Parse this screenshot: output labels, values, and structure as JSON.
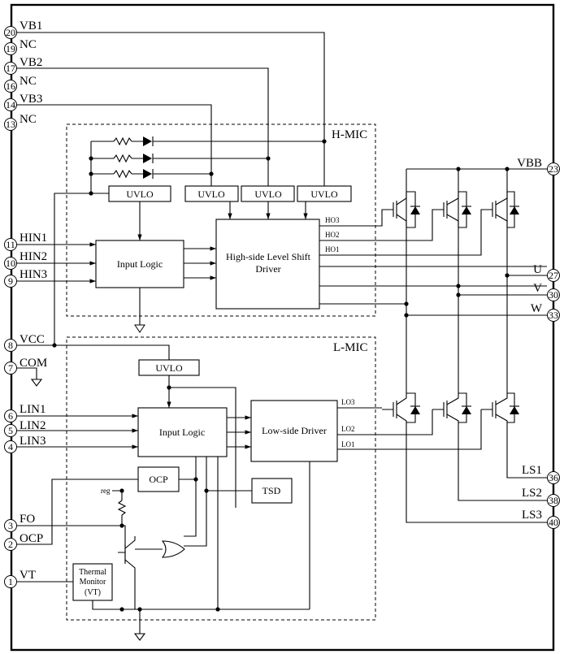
{
  "regions": {
    "hmic": "H-MIC",
    "lmic": "L-MIC"
  },
  "blocks": {
    "uvlo_h1": "UVLO",
    "uvlo_h2": "UVLO",
    "uvlo_h3": "UVLO",
    "uvlo_h4": "UVLO",
    "input_logic_h": "Input Logic",
    "hs_driver_line1": "High-side Level Shift",
    "hs_driver_line2": "Driver",
    "uvlo_l": "UVLO",
    "input_logic_l": "Input Logic",
    "ls_driver": "Low-side Driver",
    "ocp": "OCP",
    "tsd": "TSD",
    "thermal_line1": "Thermal",
    "thermal_line2": "Monitor",
    "thermal_line3": "(VT)"
  },
  "signals": {
    "ho3": "HO3",
    "ho2": "HO2",
    "ho1": "HO1",
    "lo3": "LO3",
    "lo2": "LO2",
    "lo1": "LO1",
    "reg": "reg"
  },
  "left_pins": [
    {
      "num": "20",
      "label": "VB1"
    },
    {
      "num": "19",
      "label": "NC"
    },
    {
      "num": "17",
      "label": "VB2"
    },
    {
      "num": "16",
      "label": "NC"
    },
    {
      "num": "14",
      "label": "VB3"
    },
    {
      "num": "13",
      "label": "NC"
    },
    {
      "num": "11",
      "label": "HIN1"
    },
    {
      "num": "10",
      "label": "HIN2"
    },
    {
      "num": "9",
      "label": "HIN3"
    },
    {
      "num": "8",
      "label": "VCC"
    },
    {
      "num": "7",
      "label": "COM"
    },
    {
      "num": "6",
      "label": "LIN1"
    },
    {
      "num": "5",
      "label": "LIN2"
    },
    {
      "num": "4",
      "label": "LIN3"
    },
    {
      "num": "3",
      "label": "FO"
    },
    {
      "num": "2",
      "label": "OCP"
    },
    {
      "num": "1",
      "label": "VT"
    }
  ],
  "right_pins": [
    {
      "num": "23",
      "label": "VBB"
    },
    {
      "num": "27",
      "label": "U"
    },
    {
      "num": "30",
      "label": "V"
    },
    {
      "num": "33",
      "label": "W"
    },
    {
      "num": "36",
      "label": "LS1"
    },
    {
      "num": "38",
      "label": "LS2"
    },
    {
      "num": "40",
      "label": "LS3"
    }
  ]
}
